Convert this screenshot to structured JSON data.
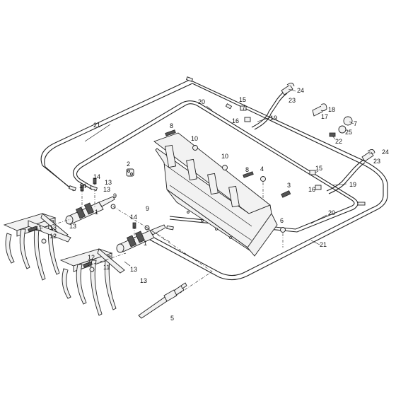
{
  "callouts": {
    "c1a": "1",
    "c1b": "1",
    "c2": "2",
    "c3": "3",
    "c4": "4",
    "c5": "5",
    "c6": "6",
    "c7": "7",
    "c8a": "8",
    "c8b": "8",
    "c9a": "9",
    "c9b": "9",
    "c10a": "10",
    "c10b": "10",
    "c11a": "11",
    "c11b": "11",
    "c12a": "12",
    "c12b": "12",
    "c13a": "13",
    "c13b": "13",
    "c13c": "13",
    "c13d": "13",
    "c13e": "13",
    "c13f": "13",
    "c14a": "14",
    "c14b": "14",
    "c14c": "14",
    "c15a": "15",
    "c15b": "15",
    "c16a": "16",
    "c16b": "16",
    "c17": "17",
    "c18": "18",
    "c19a": "19",
    "c19b": "19",
    "c20a": "20",
    "c20b": "20",
    "c21a": "21",
    "c21b": "21",
    "c22": "22",
    "c23a": "23",
    "c23b": "23",
    "c24a": "24",
    "c24b": "24",
    "c25": "25"
  }
}
